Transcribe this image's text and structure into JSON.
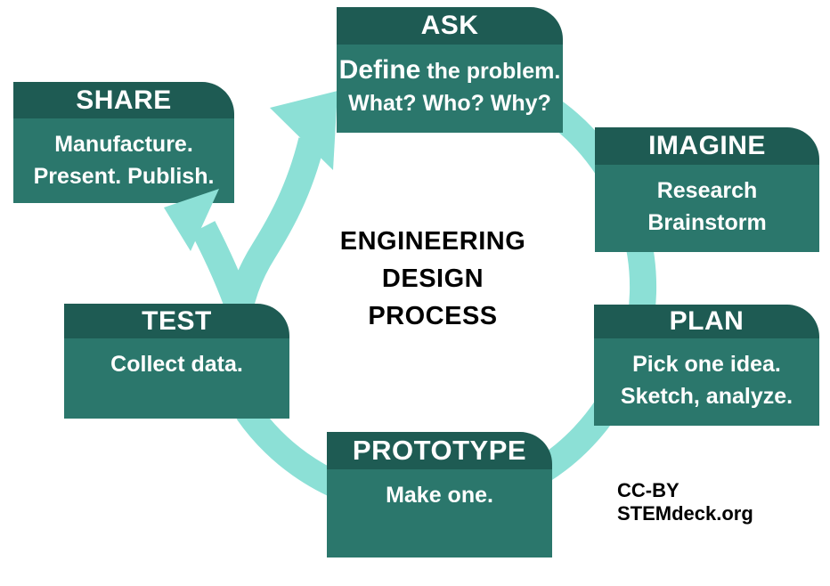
{
  "title": {
    "line1": "ENGINEERING",
    "line2": "DESIGN",
    "line3": "PROCESS"
  },
  "attribution": "CC-BY STEMdeck.org",
  "colors": {
    "box_header": "#1E5B53",
    "box_body": "#2B776C",
    "arrow": "#8CE0D6",
    "box_text": "#FFFFFF",
    "title_text": "#000000"
  },
  "steps": [
    {
      "label": "ASK",
      "line1_emphasis": "Define",
      "line1_rest": " the problem.",
      "line2": "What? Who? Why?"
    },
    {
      "label": "IMAGINE",
      "line1": "Research",
      "line2": "Brainstorm"
    },
    {
      "label": "PLAN",
      "line1": "Pick one idea.",
      "line2": "Sketch, analyze."
    },
    {
      "label": "PROTOTYPE",
      "line1": "Make one."
    },
    {
      "label": "TEST",
      "line1": "Collect data."
    },
    {
      "label": "SHARE",
      "line1": "Manufacture.",
      "line2": "Present. Publish."
    }
  ]
}
